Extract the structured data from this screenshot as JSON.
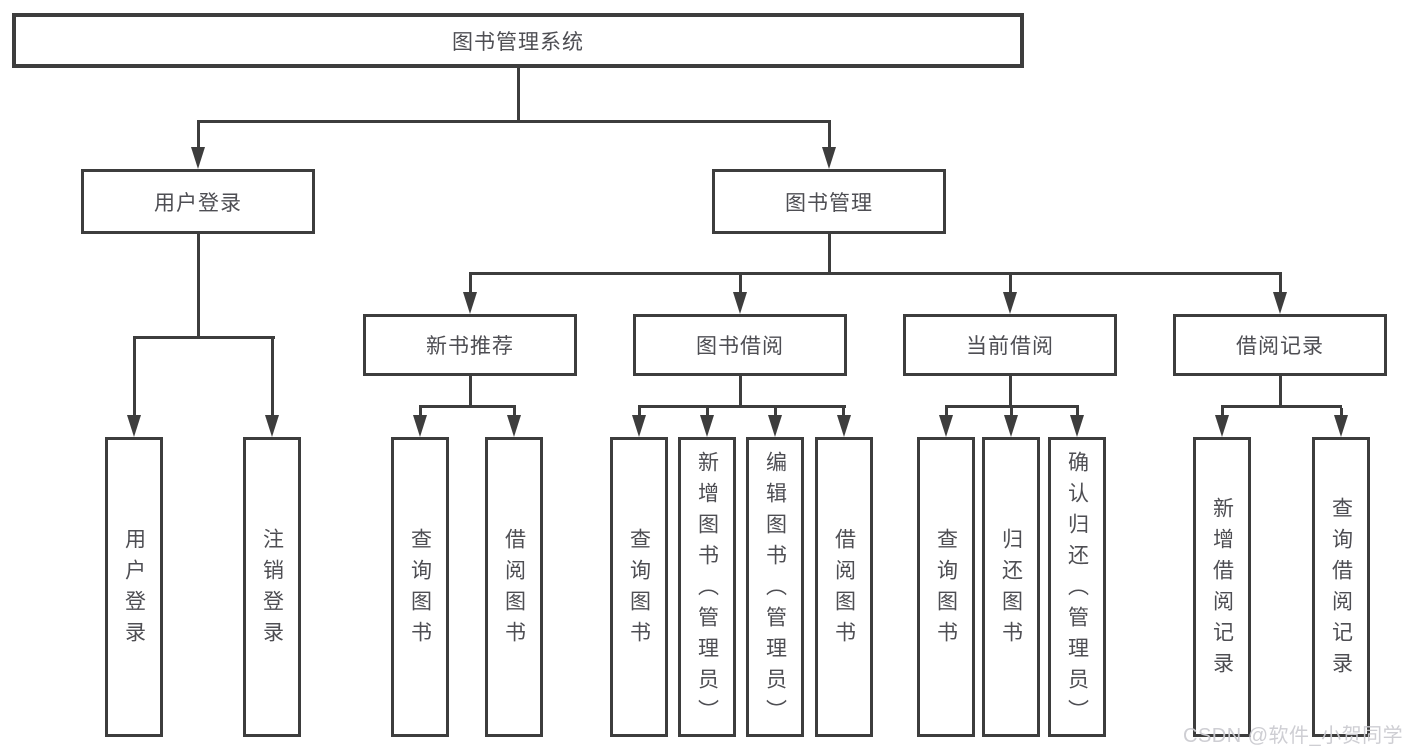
{
  "tree": {
    "label": "图书管理系统",
    "children": [
      {
        "label": "用户登录",
        "children": [
          {
            "label": "用户登录"
          },
          {
            "label": "注销登录"
          }
        ]
      },
      {
        "label": "图书管理",
        "children": [
          {
            "label": "新书推荐",
            "children": [
              {
                "label": "查询图书"
              },
              {
                "label": "借阅图书"
              }
            ]
          },
          {
            "label": "图书借阅",
            "children": [
              {
                "label": "查询图书"
              },
              {
                "label": "新增图书（管理员）"
              },
              {
                "label": "编辑图书（管理员）"
              },
              {
                "label": "借阅图书"
              }
            ]
          },
          {
            "label": "当前借阅",
            "children": [
              {
                "label": "查询图书"
              },
              {
                "label": "归还图书"
              },
              {
                "label": "确认归还（管理员）"
              }
            ]
          },
          {
            "label": "借阅记录",
            "children": [
              {
                "label": "新增借阅记录"
              },
              {
                "label": "查询借阅记录"
              }
            ]
          }
        ]
      }
    ]
  },
  "watermark": {
    "text": "CSDN @软件_小贺同学"
  },
  "colors": {
    "line": "#3d3d3d",
    "text": "#4e4e53",
    "background": "#ffffff",
    "watermark": "#cbcbd1"
  }
}
